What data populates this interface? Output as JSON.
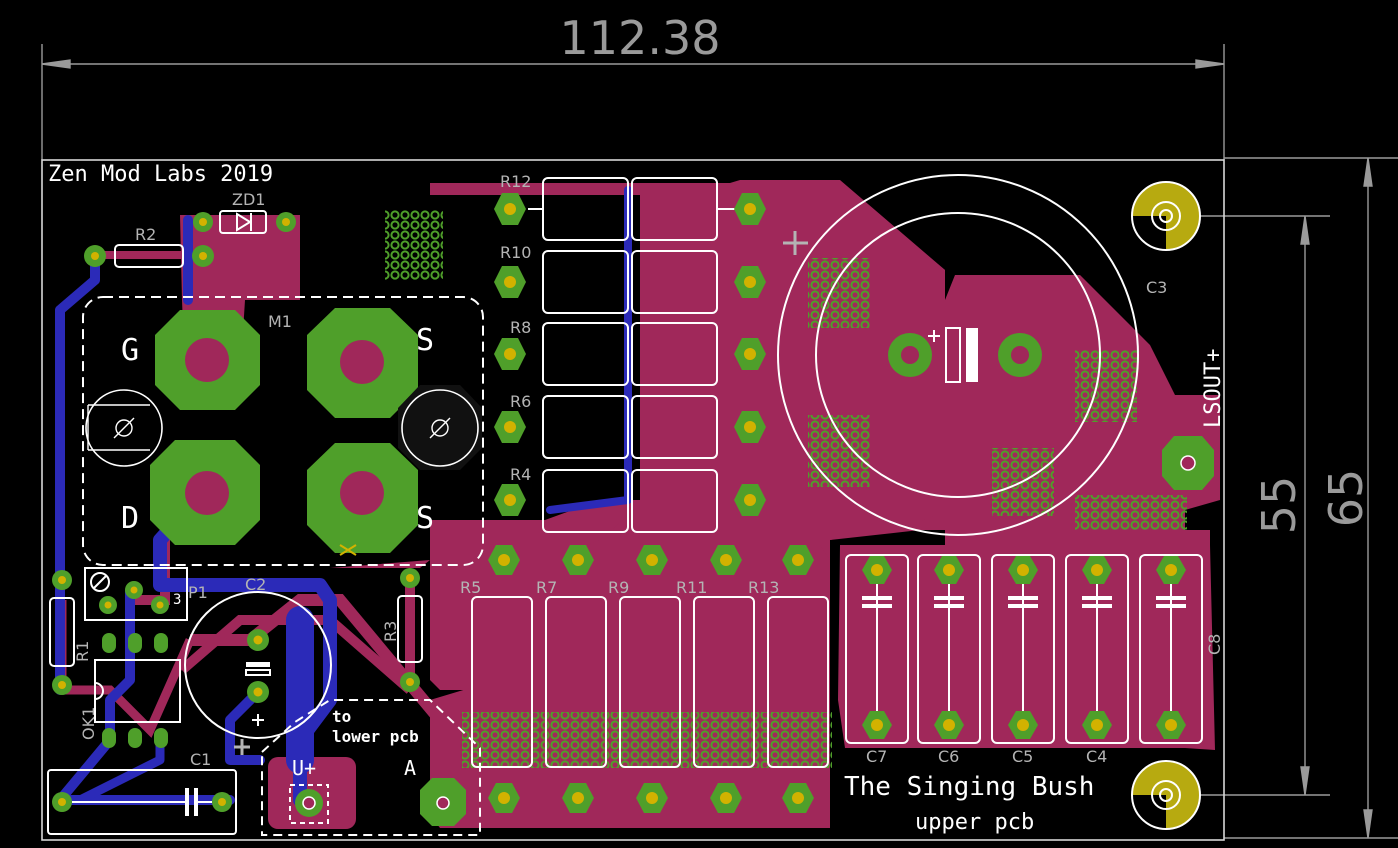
{
  "dimensions": {
    "width": "112.38",
    "height_inner": "55",
    "height_outer": "65"
  },
  "silkscreen": {
    "maker": "Zen Mod Labs 2019",
    "title": "The Singing Bush",
    "subtitle": "upper pcb",
    "lower_note_line1": "to",
    "lower_note_line2": "lower pcb",
    "lsout": "LSOUT+",
    "uplus": "U+",
    "a_mark": "A"
  },
  "mosfet_pins": {
    "g": "G",
    "d": "D",
    "s_top": "S",
    "s_bottom": "S"
  },
  "refs": {
    "R12": "R12",
    "R10": "R10",
    "R8": "R8",
    "R6": "R6",
    "R4": "R4",
    "R5": "R5",
    "R7": "R7",
    "R9": "R9",
    "R11": "R11",
    "R13": "R13",
    "R1": "R1",
    "R2": "R2",
    "R3": "R3",
    "ZD1": "ZD1",
    "M1": "M1",
    "C1": "C1",
    "C2": "C2",
    "C3": "C3",
    "C4": "C4",
    "C5": "C5",
    "C6": "C6",
    "C7": "C7",
    "C8": "C8",
    "P1": "P1",
    "P1_pin": "3",
    "OK1": "OK1"
  },
  "colors": {
    "background": "#000000",
    "copper_top": "#a0285a",
    "copper_bottom": "#2b2ab8",
    "pad": "#4f9f2a",
    "silk": "#ffffff",
    "dimension": "#9a9a9a",
    "mount": "#b7aa10"
  }
}
